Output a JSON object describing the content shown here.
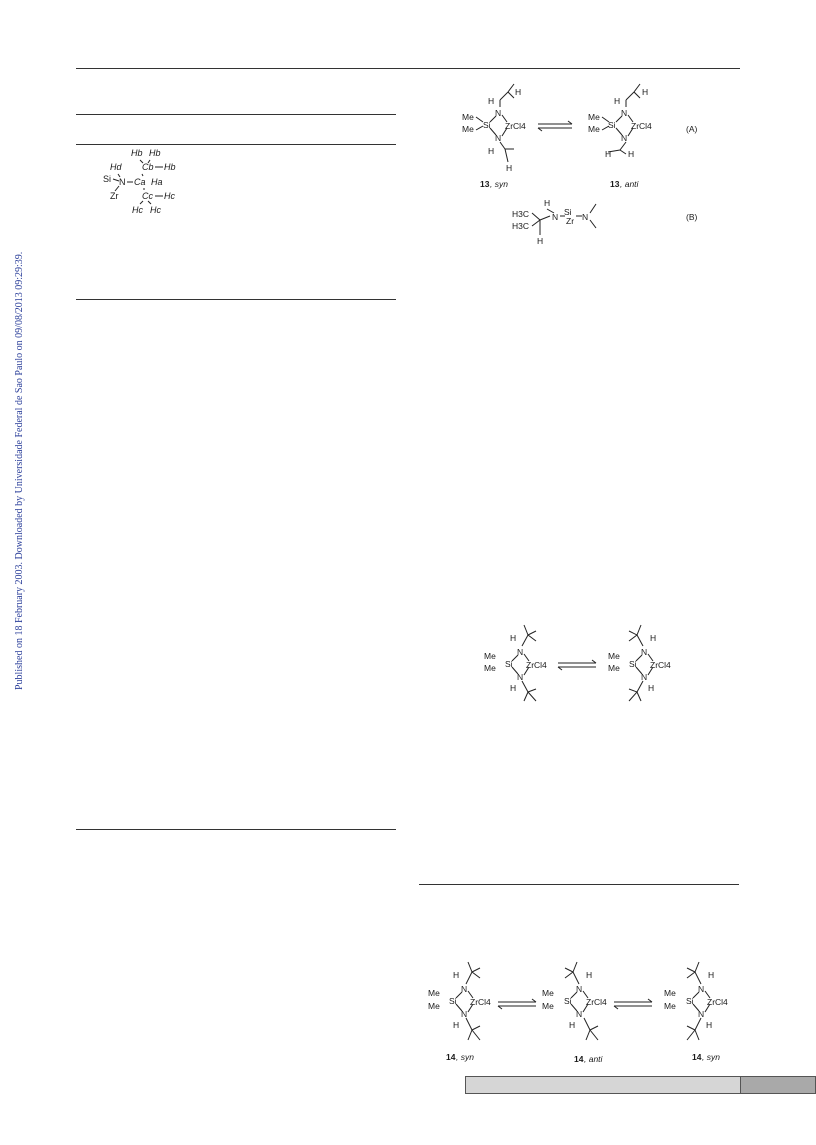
{
  "sidebar": {
    "published_note": "Published on 18 February 2003. Downloaded by Universidade Federal de Sao Paulo on 09/08/2013 09:29:39."
  },
  "fig_left": {
    "labels": {
      "Hb1": "Hb",
      "Hb2": "Hb",
      "Hb3": "Hb",
      "Hd": "Hd",
      "Si": "Si",
      "N": "N",
      "Ca": "Ca",
      "Ha": "Ha",
      "Cb": "Cb",
      "Cc": "Cc",
      "Hc1": "Hc",
      "Hc2": "Hc",
      "Hc3": "Hc",
      "Zr": "Zr"
    }
  },
  "scheme_top": {
    "row_a_tag": "(A)",
    "row_b_tag": "(B)",
    "left_num": "13",
    "left_suffix": ", syn",
    "right_num": "13",
    "right_suffix": ", anti",
    "me": "Me",
    "si": "Si",
    "n": "N",
    "h": "H",
    "zrcl4": "ZrCl4",
    "h3c": "H3C",
    "zr": "Zr"
  },
  "scheme_mid": {
    "me": "Me",
    "si": "Si",
    "n": "N",
    "h": "H",
    "zrcl4": "ZrCl4"
  },
  "scheme_bottom": {
    "me": "Me",
    "si": "Si",
    "n": "N",
    "h": "H",
    "zrcl4": "ZrCl4",
    "c1_num": "14",
    "c1_suffix": ", syn",
    "c2_num": "14",
    "c2_suffix": ", anti",
    "c3_num": "14",
    "c3_suffix": ", syn"
  }
}
